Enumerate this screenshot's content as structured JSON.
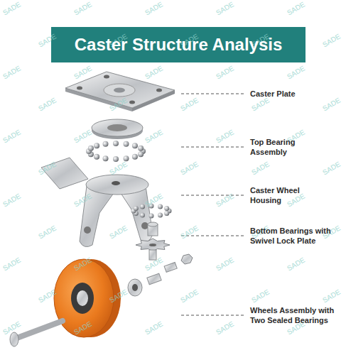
{
  "diagram": {
    "title": "Caster Structure Analysis",
    "labels": [
      "Caster Plate",
      "Top Bearing Assembly",
      "Caster Wheel Housing",
      "Bottom Bearings with Swivel Lock Plate",
      "Wheels Assembly with Two Sealed Bearings",
      "SADE",
      "SADE",
      "SADE",
      "SADE",
      "SADE",
      "SADE",
      "SADE",
      "SADE",
      "SADE",
      "SADE",
      "SADE",
      "SADE",
      "SADE",
      "SADE",
      "SADE",
      "SADE",
      "SADE",
      "SADE",
      "SADE",
      "SADE",
      "SADE",
      "SADE",
      "SADE",
      "SADE",
      "SADE",
      "SADE",
      "SADE",
      "SADE",
      "SADE",
      "SADE",
      "SADE",
      "SADE",
      "SADE",
      "SADE",
      "SADE",
      "SADE",
      "SADE",
      "SADE",
      "SADE",
      "SADE",
      "SADE",
      "SADE",
      "SADE",
      "SADE",
      "SADE",
      "SADE",
      "SADE",
      "SADE",
      "SADE",
      "SADE",
      "SADE",
      "SADE",
      "SADE",
      "SADE",
      "SADE"
    ]
  }
}
